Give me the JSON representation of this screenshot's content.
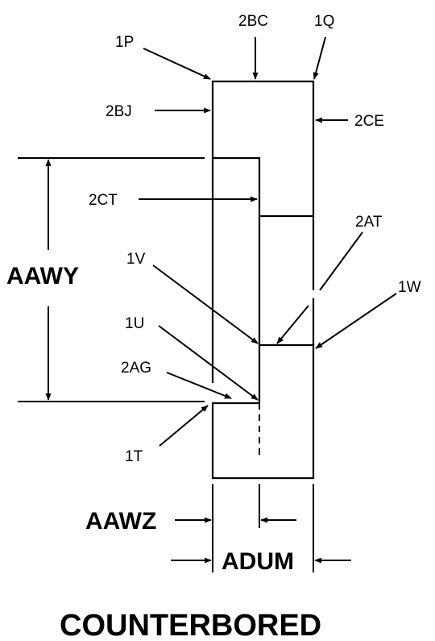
{
  "labels": {
    "p1": "1P",
    "bc2": "2BC",
    "q1": "1Q",
    "bj2": "2BJ",
    "ce2": "2CE",
    "ct2": "2CT",
    "at2": "2AT",
    "v1": "1V",
    "w1": "1W",
    "u1": "1U",
    "ag2": "2AG",
    "t1": "1T"
  },
  "dimensions": {
    "aawy": "AAWY",
    "aawz": "AAWZ",
    "adum": "ADUM"
  },
  "title": "COUNTERBORED"
}
